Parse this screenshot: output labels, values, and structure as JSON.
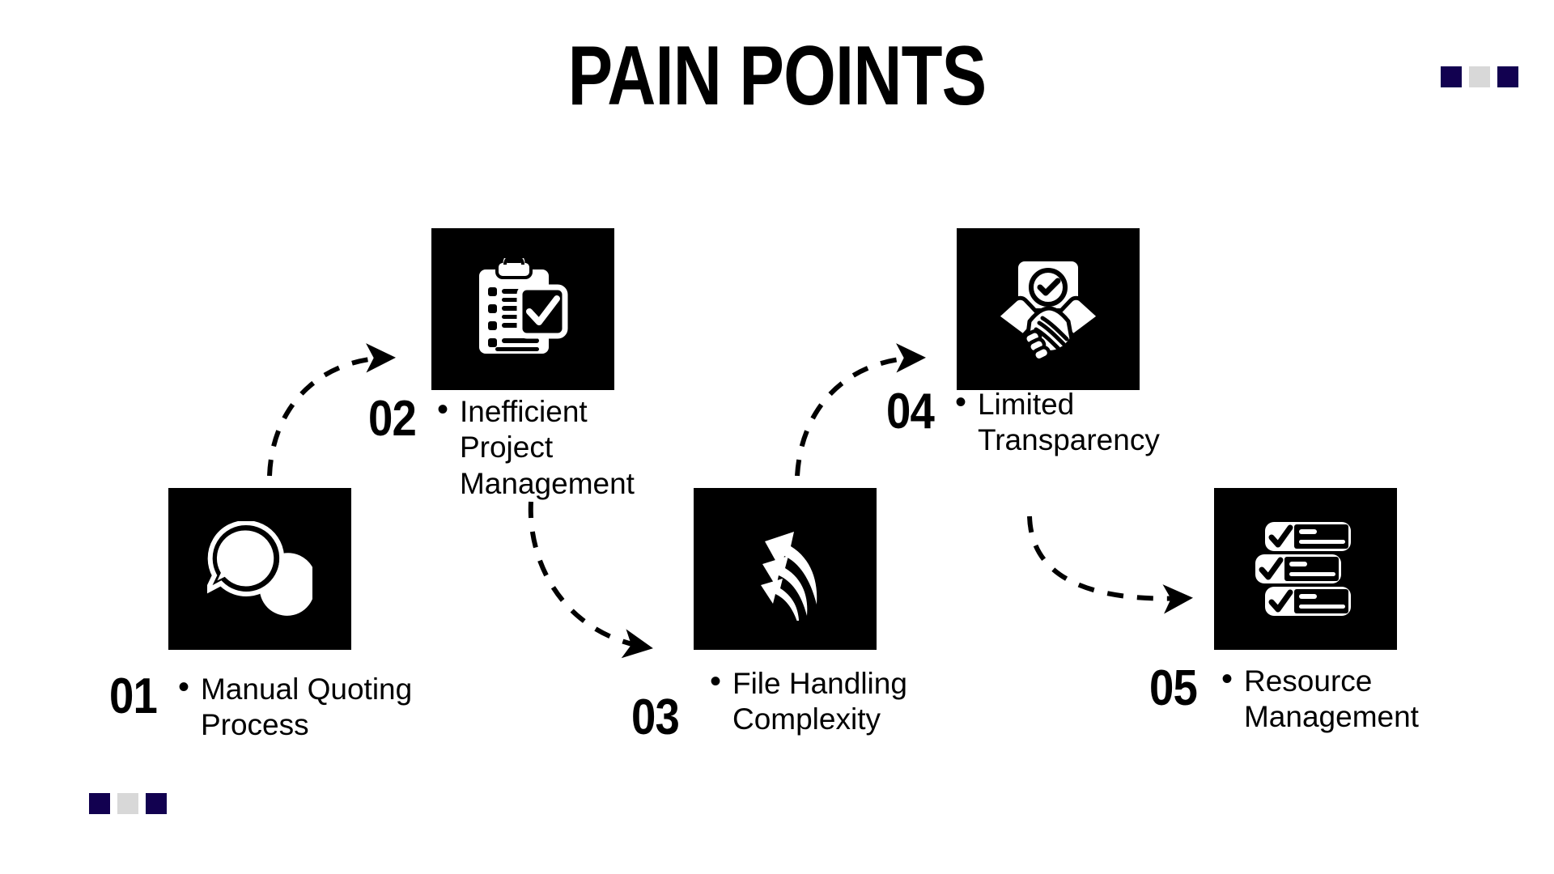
{
  "slide": {
    "title": "PAIN POINTS",
    "background_color": "#FFFFFF",
    "tile_color": "#000000",
    "accent_navy": "#120150",
    "accent_gray": "#D8D8D8",
    "bullet_glyph": "•"
  },
  "decorations": {
    "top_right": [
      "navy",
      "gray",
      "navy"
    ],
    "bottom_left": [
      "navy",
      "gray",
      "navy"
    ]
  },
  "steps": [
    {
      "number": "01",
      "label": "Manual Quoting\nProcess",
      "icon": "chat-bubbles-icon"
    },
    {
      "number": "02",
      "label": "Inefficient\nProject\nManagement",
      "icon": "clipboard-checklist-icon"
    },
    {
      "number": "03",
      "label": "File Handling\nComplexity",
      "icon": "curved-arrows-icon"
    },
    {
      "number": "04",
      "label": "Limited\nTransparency",
      "icon": "handshake-approved-icon"
    },
    {
      "number": "05",
      "label": "Resource\nManagement",
      "icon": "task-checklist-icon"
    }
  ],
  "connectors": [
    {
      "name": "arrow-01-to-02",
      "from": "01",
      "to": "02",
      "direction": "up-right"
    },
    {
      "name": "arrow-02-to-03",
      "from": "02",
      "to": "03",
      "direction": "down-right"
    },
    {
      "name": "arrow-03-to-04",
      "from": "03",
      "to": "04",
      "direction": "up-right"
    },
    {
      "name": "arrow-04-to-05",
      "from": "04",
      "to": "05",
      "direction": "down-right"
    }
  ]
}
